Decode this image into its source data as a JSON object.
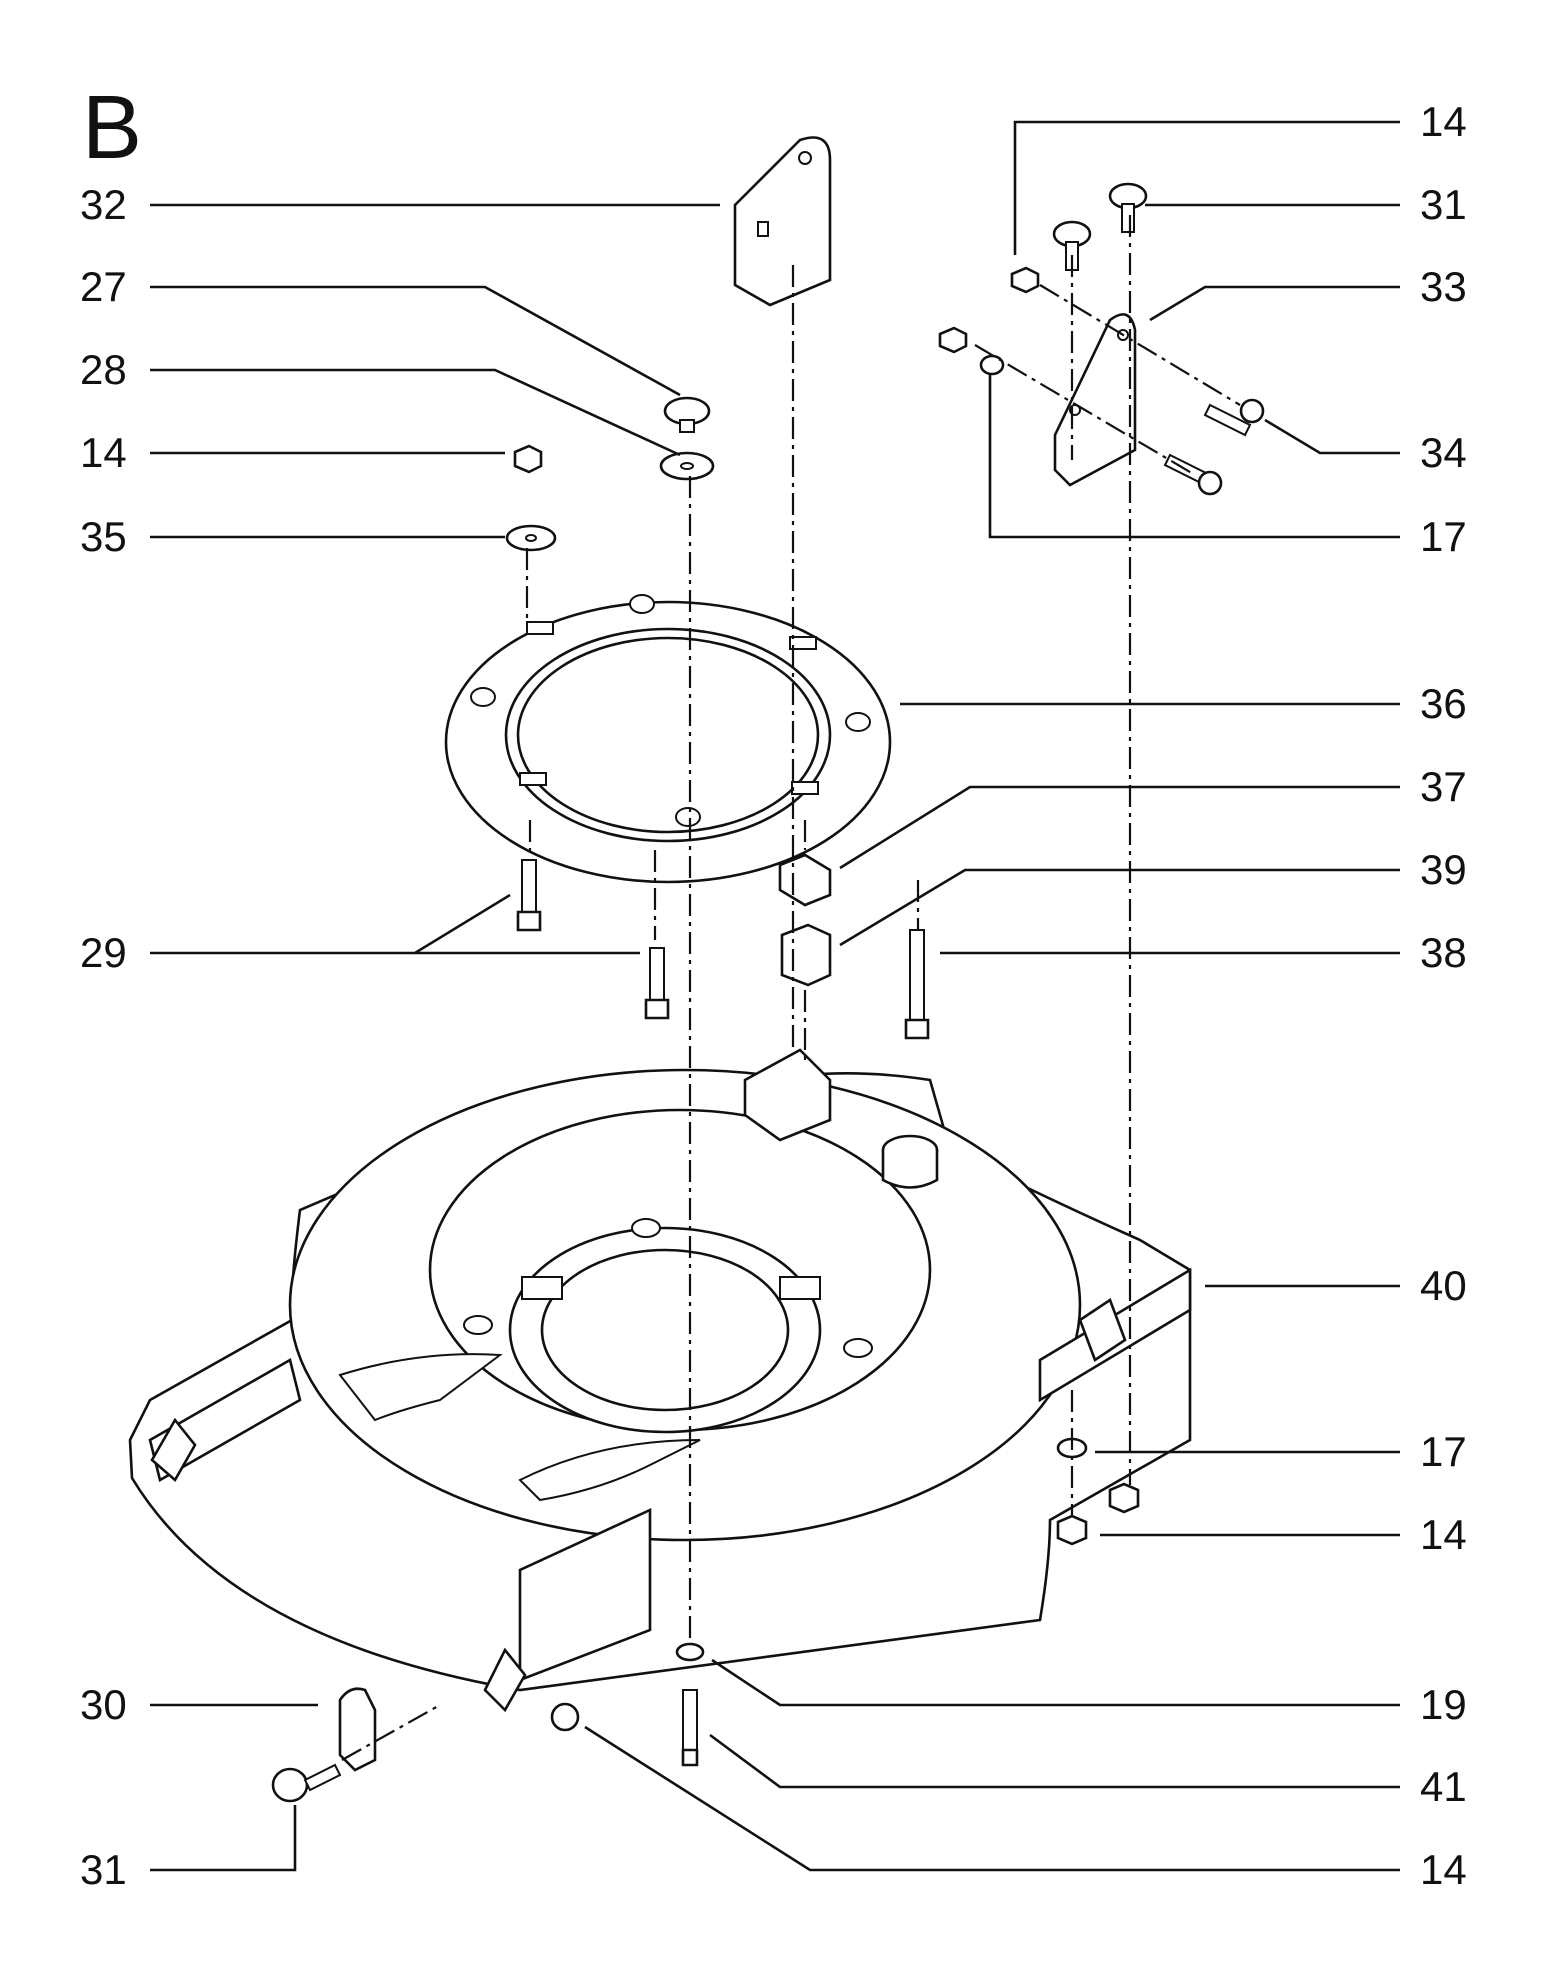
{
  "section_label": "B",
  "callouts": {
    "left": [
      {
        "id": "c-32",
        "label": "32"
      },
      {
        "id": "c-27",
        "label": "27"
      },
      {
        "id": "c-28",
        "label": "28"
      },
      {
        "id": "c-14a",
        "label": "14"
      },
      {
        "id": "c-35",
        "label": "35"
      },
      {
        "id": "c-29",
        "label": "29"
      },
      {
        "id": "c-30",
        "label": "30"
      },
      {
        "id": "c-31b",
        "label": "31"
      }
    ],
    "right": [
      {
        "id": "c-14b",
        "label": "14"
      },
      {
        "id": "c-31a",
        "label": "31"
      },
      {
        "id": "c-33",
        "label": "33"
      },
      {
        "id": "c-34",
        "label": "34"
      },
      {
        "id": "c-17a",
        "label": "17"
      },
      {
        "id": "c-36",
        "label": "36"
      },
      {
        "id": "c-37",
        "label": "37"
      },
      {
        "id": "c-39",
        "label": "39"
      },
      {
        "id": "c-38",
        "label": "38"
      },
      {
        "id": "c-40",
        "label": "40"
      },
      {
        "id": "c-17b",
        "label": "17"
      },
      {
        "id": "c-14c",
        "label": "14"
      },
      {
        "id": "c-19",
        "label": "19"
      },
      {
        "id": "c-41",
        "label": "41"
      },
      {
        "id": "c-14d",
        "label": "14"
      }
    ]
  }
}
